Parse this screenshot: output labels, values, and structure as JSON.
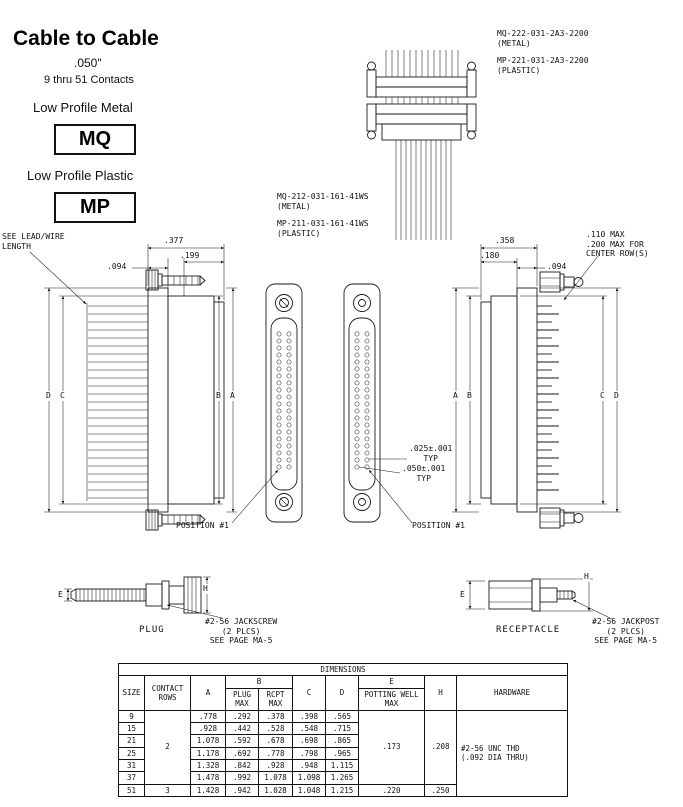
{
  "header": {
    "title": "Cable to Cable",
    "pitch": ".050\"",
    "contacts": "9 thru 51 Contacts",
    "metal_label": "Low Profile Metal",
    "metal_code": "MQ",
    "plastic_label": "Low Profile Plastic",
    "plastic_code": "MP"
  },
  "part_numbers": {
    "top_metal": "MQ-222-031-2A3-2200",
    "top_metal_note": "(METAL)",
    "top_plastic": "MP-221-031-2A3-2200",
    "top_plastic_note": "(PLASTIC)",
    "mid_metal": "MQ-212-031-161-41WS",
    "mid_metal_note": "(METAL)",
    "mid_plastic": "MP-211-031-161-41WS",
    "mid_plastic_note": "(PLASTIC)"
  },
  "left_view": {
    "lead_note": "SEE LEAD/WIRE\nLENGTH",
    "dim_depth": ".377",
    "dim_face": ".199",
    "dim_flange": ".094",
    "letter_d": "D",
    "letter_c": "C",
    "letter_b": "B",
    "letter_a": "A",
    "position_note": "POSITION #1"
  },
  "front_views": {
    "pitch_dim": ".025±.001\nTYP",
    "row_dim": ".050±.001\nTYP",
    "position_note": "POSITION #1"
  },
  "right_view": {
    "dim_depth": ".358",
    "dim_face": ".180",
    "dim_flange": ".094",
    "tail_note": ".110 MAX\n.200 MAX FOR\nCENTER ROW(S)",
    "letter_a": "A",
    "letter_b": "B",
    "letter_c": "C",
    "letter_d": "D"
  },
  "hardware": {
    "plug_label": "PLUG",
    "receptacle_label": "RECEPTACLE",
    "jackscrew_note": "#2-56 JACKSCREW\n(2 PLCS)\nSEE PAGE MA-5",
    "jackpost_note": "#2-56 JACKPOST\n(2 PLCS)\nSEE PAGE MA-5",
    "plug_dim_e": "E",
    "plug_dim_h": "H",
    "rcpt_dim_e": "E",
    "rcpt_dim_h": "H"
  },
  "table": {
    "title": "DIMENSIONS",
    "headers": {
      "size": "SIZE",
      "contact_rows": "CONTACT\nROWS",
      "a": "A",
      "b_group": "B",
      "plug_max": "PLUG\nMAX",
      "rcpt_max": "RCPT\nMAX",
      "c": "C",
      "d": "D",
      "e_group": "E",
      "potting_well": "POTTING WELL\nMAX",
      "h": "H",
      "hardware": "HARDWARE"
    },
    "rows": [
      {
        "size": "9",
        "a": ".778",
        "plug_max": ".292",
        "rcpt_max": ".378",
        "c": ".398",
        "d": ".565"
      },
      {
        "size": "15",
        "a": ".928",
        "plug_max": ".442",
        "rcpt_max": ".528",
        "c": ".548",
        "d": ".715"
      },
      {
        "size": "21",
        "a": "1.078",
        "plug_max": ".592",
        "rcpt_max": ".678",
        "c": ".698",
        "d": ".865"
      },
      {
        "size": "25",
        "a": "1.178",
        "plug_max": ".692",
        "rcpt_max": ".778",
        "c": ".798",
        "d": ".965"
      },
      {
        "size": "31",
        "a": "1.328",
        "plug_max": ".842",
        "rcpt_max": ".928",
        "c": ".948",
        "d": "1.115"
      },
      {
        "size": "37",
        "a": "1.478",
        "plug_max": ".992",
        "rcpt_max": "1.078",
        "c": "1.098",
        "d": "1.265"
      },
      {
        "size": "51",
        "a": "1.428",
        "plug_max": ".942",
        "rcpt_max": "1.028",
        "c": "1.048",
        "d": "1.215"
      }
    ],
    "merged": {
      "contact_rows_2_6": "2",
      "contact_rows_51": "3",
      "e_common": ".173",
      "e_51": ".220",
      "h_common": ".208",
      "h_51": ".250",
      "hardware_note": "#2-56 UNC THD\n(.092 DIA THRU)"
    }
  }
}
